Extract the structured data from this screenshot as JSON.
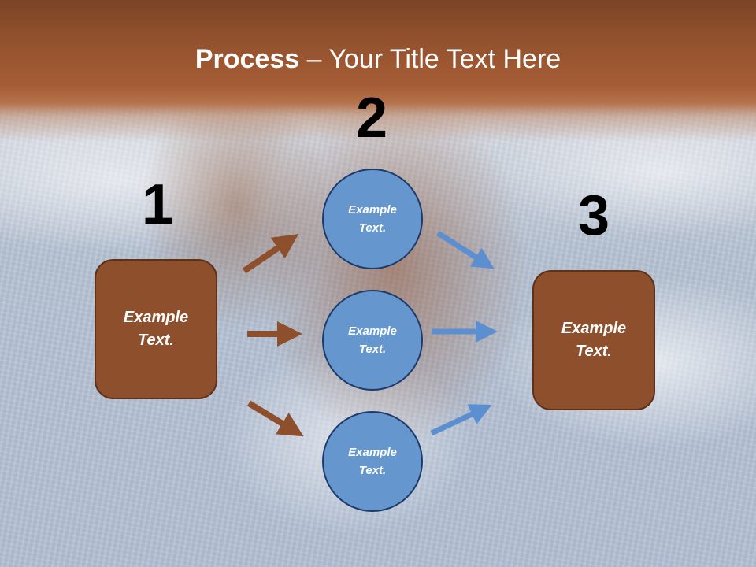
{
  "title": {
    "bold": "Process",
    "rest": " – Your Title Text Here"
  },
  "numbers": {
    "one": "1",
    "two": "2",
    "three": "3"
  },
  "boxes": {
    "left": {
      "line1": "Example",
      "line2": "Text."
    },
    "right": {
      "line1": "Example",
      "line2": "Text."
    }
  },
  "circles": [
    {
      "line1": "Example",
      "line2": "Text."
    },
    {
      "line1": "Example",
      "line2": "Text."
    },
    {
      "line1": "Example",
      "line2": "Text."
    }
  ],
  "colors": {
    "brown": "#8e4f2c",
    "blue": "#6596cd",
    "arrow_brown": "#8e4f2c",
    "arrow_blue": "#5b8fd0"
  }
}
